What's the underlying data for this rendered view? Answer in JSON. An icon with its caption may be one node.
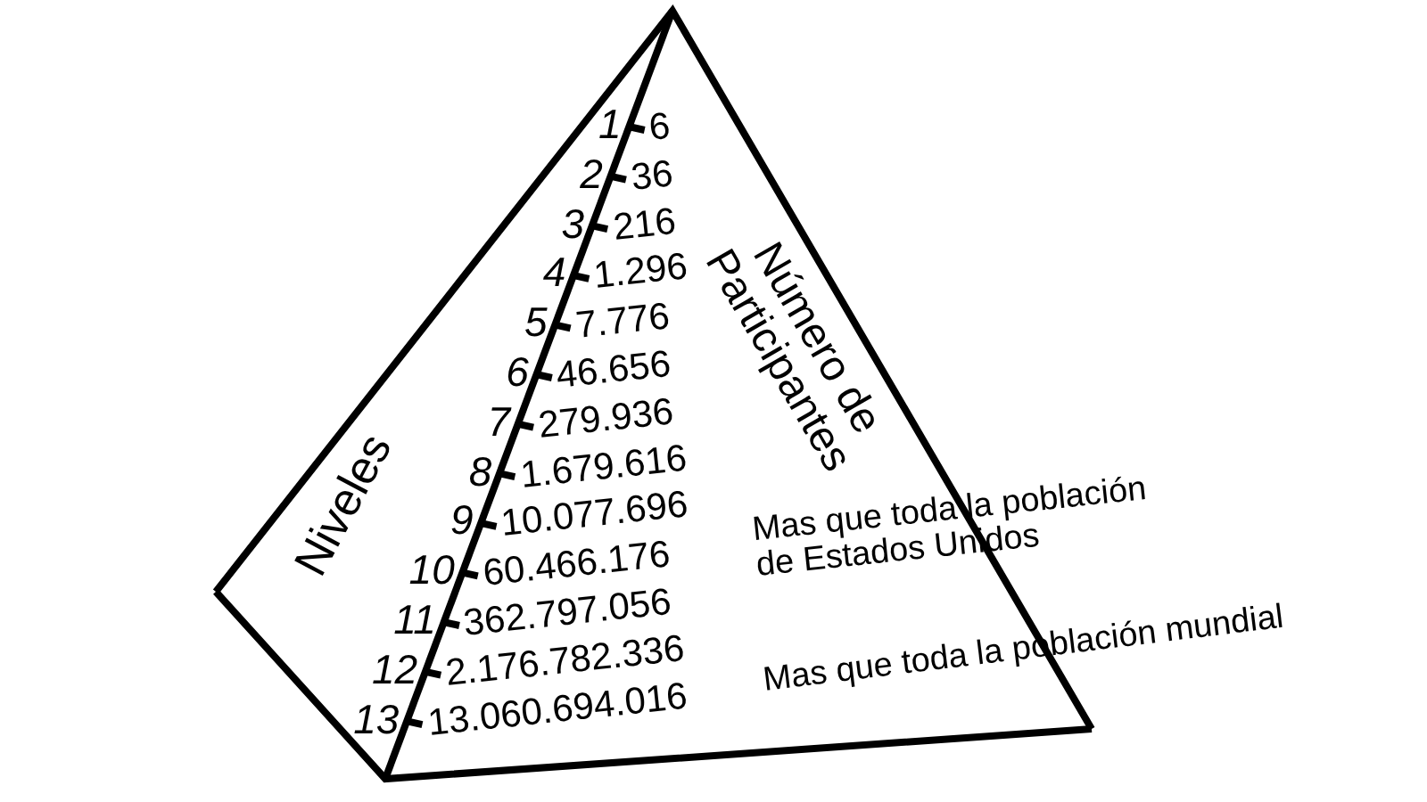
{
  "diagram": {
    "labels": [
      "Número de Participantes",
      "Niveles",
      "1",
      "6",
      "2",
      "36",
      "3",
      "216",
      "4",
      "1.296",
      "5",
      "7.776",
      "6",
      "46.656",
      "7",
      "279.936",
      "8",
      "1.679.616",
      "9",
      "10.077.696",
      "10",
      "60.466.176",
      "11",
      "362.797.056",
      "12",
      "2.176.782.336",
      "13",
      "13.060.694.016",
      "Mas que toda la población de Estados Unidos",
      "Mas que toda la población mundial"
    ]
  }
}
